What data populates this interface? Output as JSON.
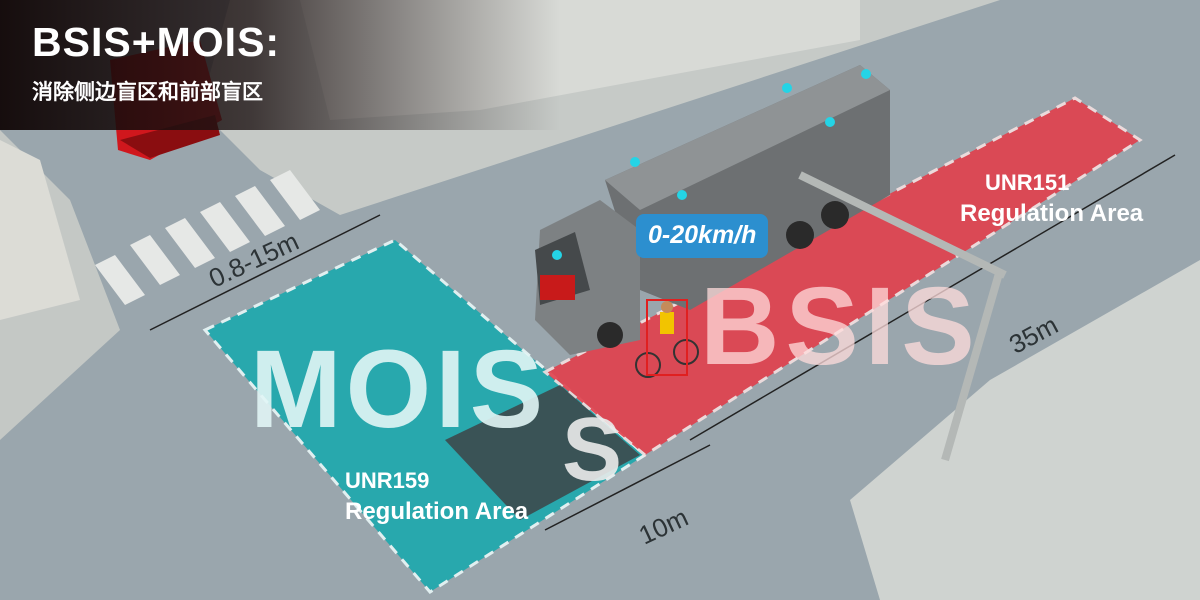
{
  "header": {
    "title": "BSIS+MOIS:",
    "subtitle": "消除侧边盲区和前部盲区"
  },
  "zones": {
    "mois": {
      "big_label": "MOIS",
      "regulation": "UNR159",
      "area": "Regulation Area",
      "color": "#1fa9ad"
    },
    "bsis": {
      "big_label": "BSIS",
      "regulation": "UNR151",
      "area": "Regulation Area",
      "color": "#e2404c"
    },
    "overlap_label": "S"
  },
  "speed_badge": "0-20km/h",
  "distances": {
    "front": "0.8-15m",
    "side_length": "35m",
    "side_width": "10m"
  },
  "colors": {
    "road": "#9aa6ad",
    "sidewalk": "#c9cdca",
    "badge": "#2c8fcf",
    "detection_box": "#e02020"
  }
}
